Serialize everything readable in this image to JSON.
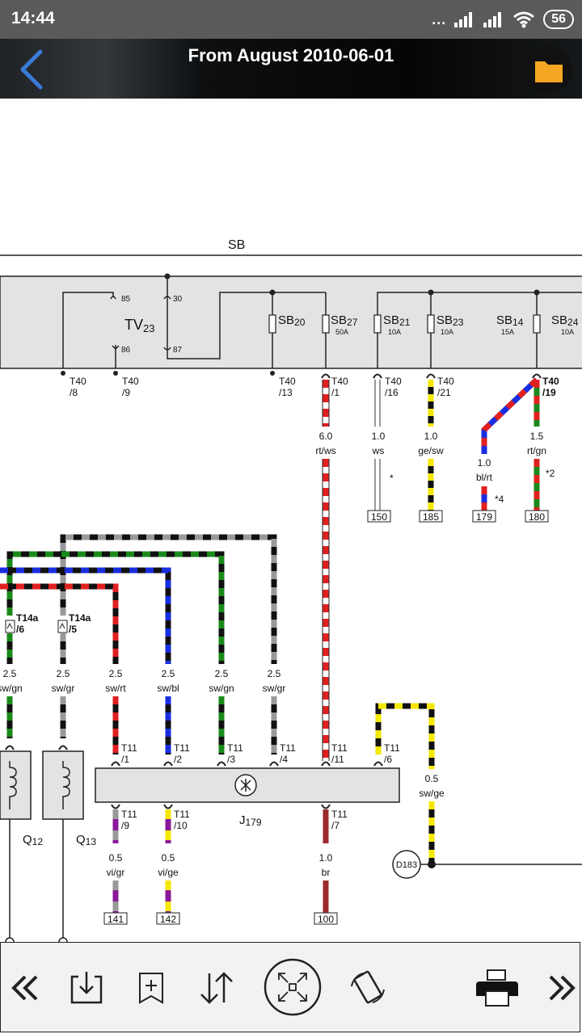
{
  "status_bar": {
    "time": "14:44",
    "signal_text": "...",
    "battery": "56",
    "icons": [
      "signal-bars-icon",
      "wifi-icon",
      "battery-icon"
    ]
  },
  "header": {
    "title": "From August 2010-06-01",
    "back_icon": "chevron-left-icon",
    "folder_icon": "folder-icon",
    "accent_color": "#3a7bd5",
    "folder_color": "#f5a623"
  },
  "diagram": {
    "module_label": "SB",
    "relay": {
      "name": "TV",
      "sub": "23",
      "pins": [
        "85",
        "86",
        "30",
        "87"
      ]
    },
    "fuses": [
      {
        "name": "SB",
        "sub": "20",
        "rating": ""
      },
      {
        "name": "SB",
        "sub": "27",
        "rating": "50A"
      },
      {
        "name": "SB",
        "sub": "21",
        "rating": "10A"
      },
      {
        "name": "SB",
        "sub": "23",
        "rating": "10A"
      },
      {
        "name": "SB",
        "sub": "14",
        "rating": "15A"
      },
      {
        "name": "SB",
        "sub": "24",
        "rating": "10A"
      }
    ],
    "t40_connectors": [
      {
        "line1": "T40",
        "line2": "/8"
      },
      {
        "line1": "T40",
        "line2": "/9"
      },
      {
        "line1": "T40",
        "line2": "/13"
      },
      {
        "line1": "T40",
        "line2": "/1"
      },
      {
        "line1": "T40",
        "line2": "/16"
      },
      {
        "line1": "T40",
        "line2": "/21"
      },
      {
        "line1": "T40",
        "line2": "/19"
      }
    ],
    "upper_wires": [
      {
        "size": "6.0",
        "color": "rt/ws"
      },
      {
        "size": "1.0",
        "color": "ws"
      },
      {
        "size": "1.0",
        "color": "ge/sw"
      },
      {
        "size": "1.0",
        "color": "bl/rt"
      },
      {
        "size": "1.5",
        "color": "rt/gn"
      }
    ],
    "upper_notes": [
      "*",
      "*4",
      "*2"
    ],
    "upper_refs": [
      "150",
      "185",
      "179",
      "180"
    ],
    "t14a_connectors": [
      {
        "line1": "T14a",
        "line2": "/6"
      },
      {
        "line1": "T14a",
        "line2": "/5"
      }
    ],
    "mid_wires": [
      {
        "size": "2.5",
        "color": "sw/gn"
      },
      {
        "size": "2.5",
        "color": "sw/gr"
      },
      {
        "size": "2.5",
        "color": "sw/rt"
      },
      {
        "size": "2.5",
        "color": "sw/bl"
      },
      {
        "size": "2.5",
        "color": "sw/gn"
      },
      {
        "size": "2.5",
        "color": "sw/gr"
      }
    ],
    "t11_top": [
      {
        "line1": "T11",
        "line2": "/1"
      },
      {
        "line1": "T11",
        "line2": "/2"
      },
      {
        "line1": "T11",
        "line2": "/3"
      },
      {
        "line1": "T11",
        "line2": "/4"
      },
      {
        "line1": "T11",
        "line2": "/11"
      },
      {
        "line1": "T11",
        "line2": "/6"
      }
    ],
    "t11_bottom": [
      {
        "line1": "T11",
        "line2": "/9"
      },
      {
        "line1": "T11",
        "line2": "/10"
      },
      {
        "line1": "T11",
        "line2": "/7"
      }
    ],
    "control_unit": {
      "name": "J",
      "sub": "179"
    },
    "components": [
      {
        "name": "Q",
        "sub": "12"
      },
      {
        "name": "Q",
        "sub": "13"
      }
    ],
    "side_wire": {
      "size": "0.5",
      "color": "sw/ge"
    },
    "ground_point": "D183",
    "lower_wires": [
      {
        "size": "0.5",
        "color": "vi/gr"
      },
      {
        "size": "0.5",
        "color": "vi/ge"
      },
      {
        "size": "1.0",
        "color": "br"
      }
    ],
    "lower_refs": [
      "141",
      "142",
      "100"
    ]
  },
  "toolbar": {
    "buttons": [
      "double-chevron-left-icon",
      "download-icon",
      "bookmark-add-icon",
      "sort-icon",
      "fit-screen-icon",
      "rotate-icon",
      "print-icon",
      "double-chevron-right-icon"
    ]
  }
}
